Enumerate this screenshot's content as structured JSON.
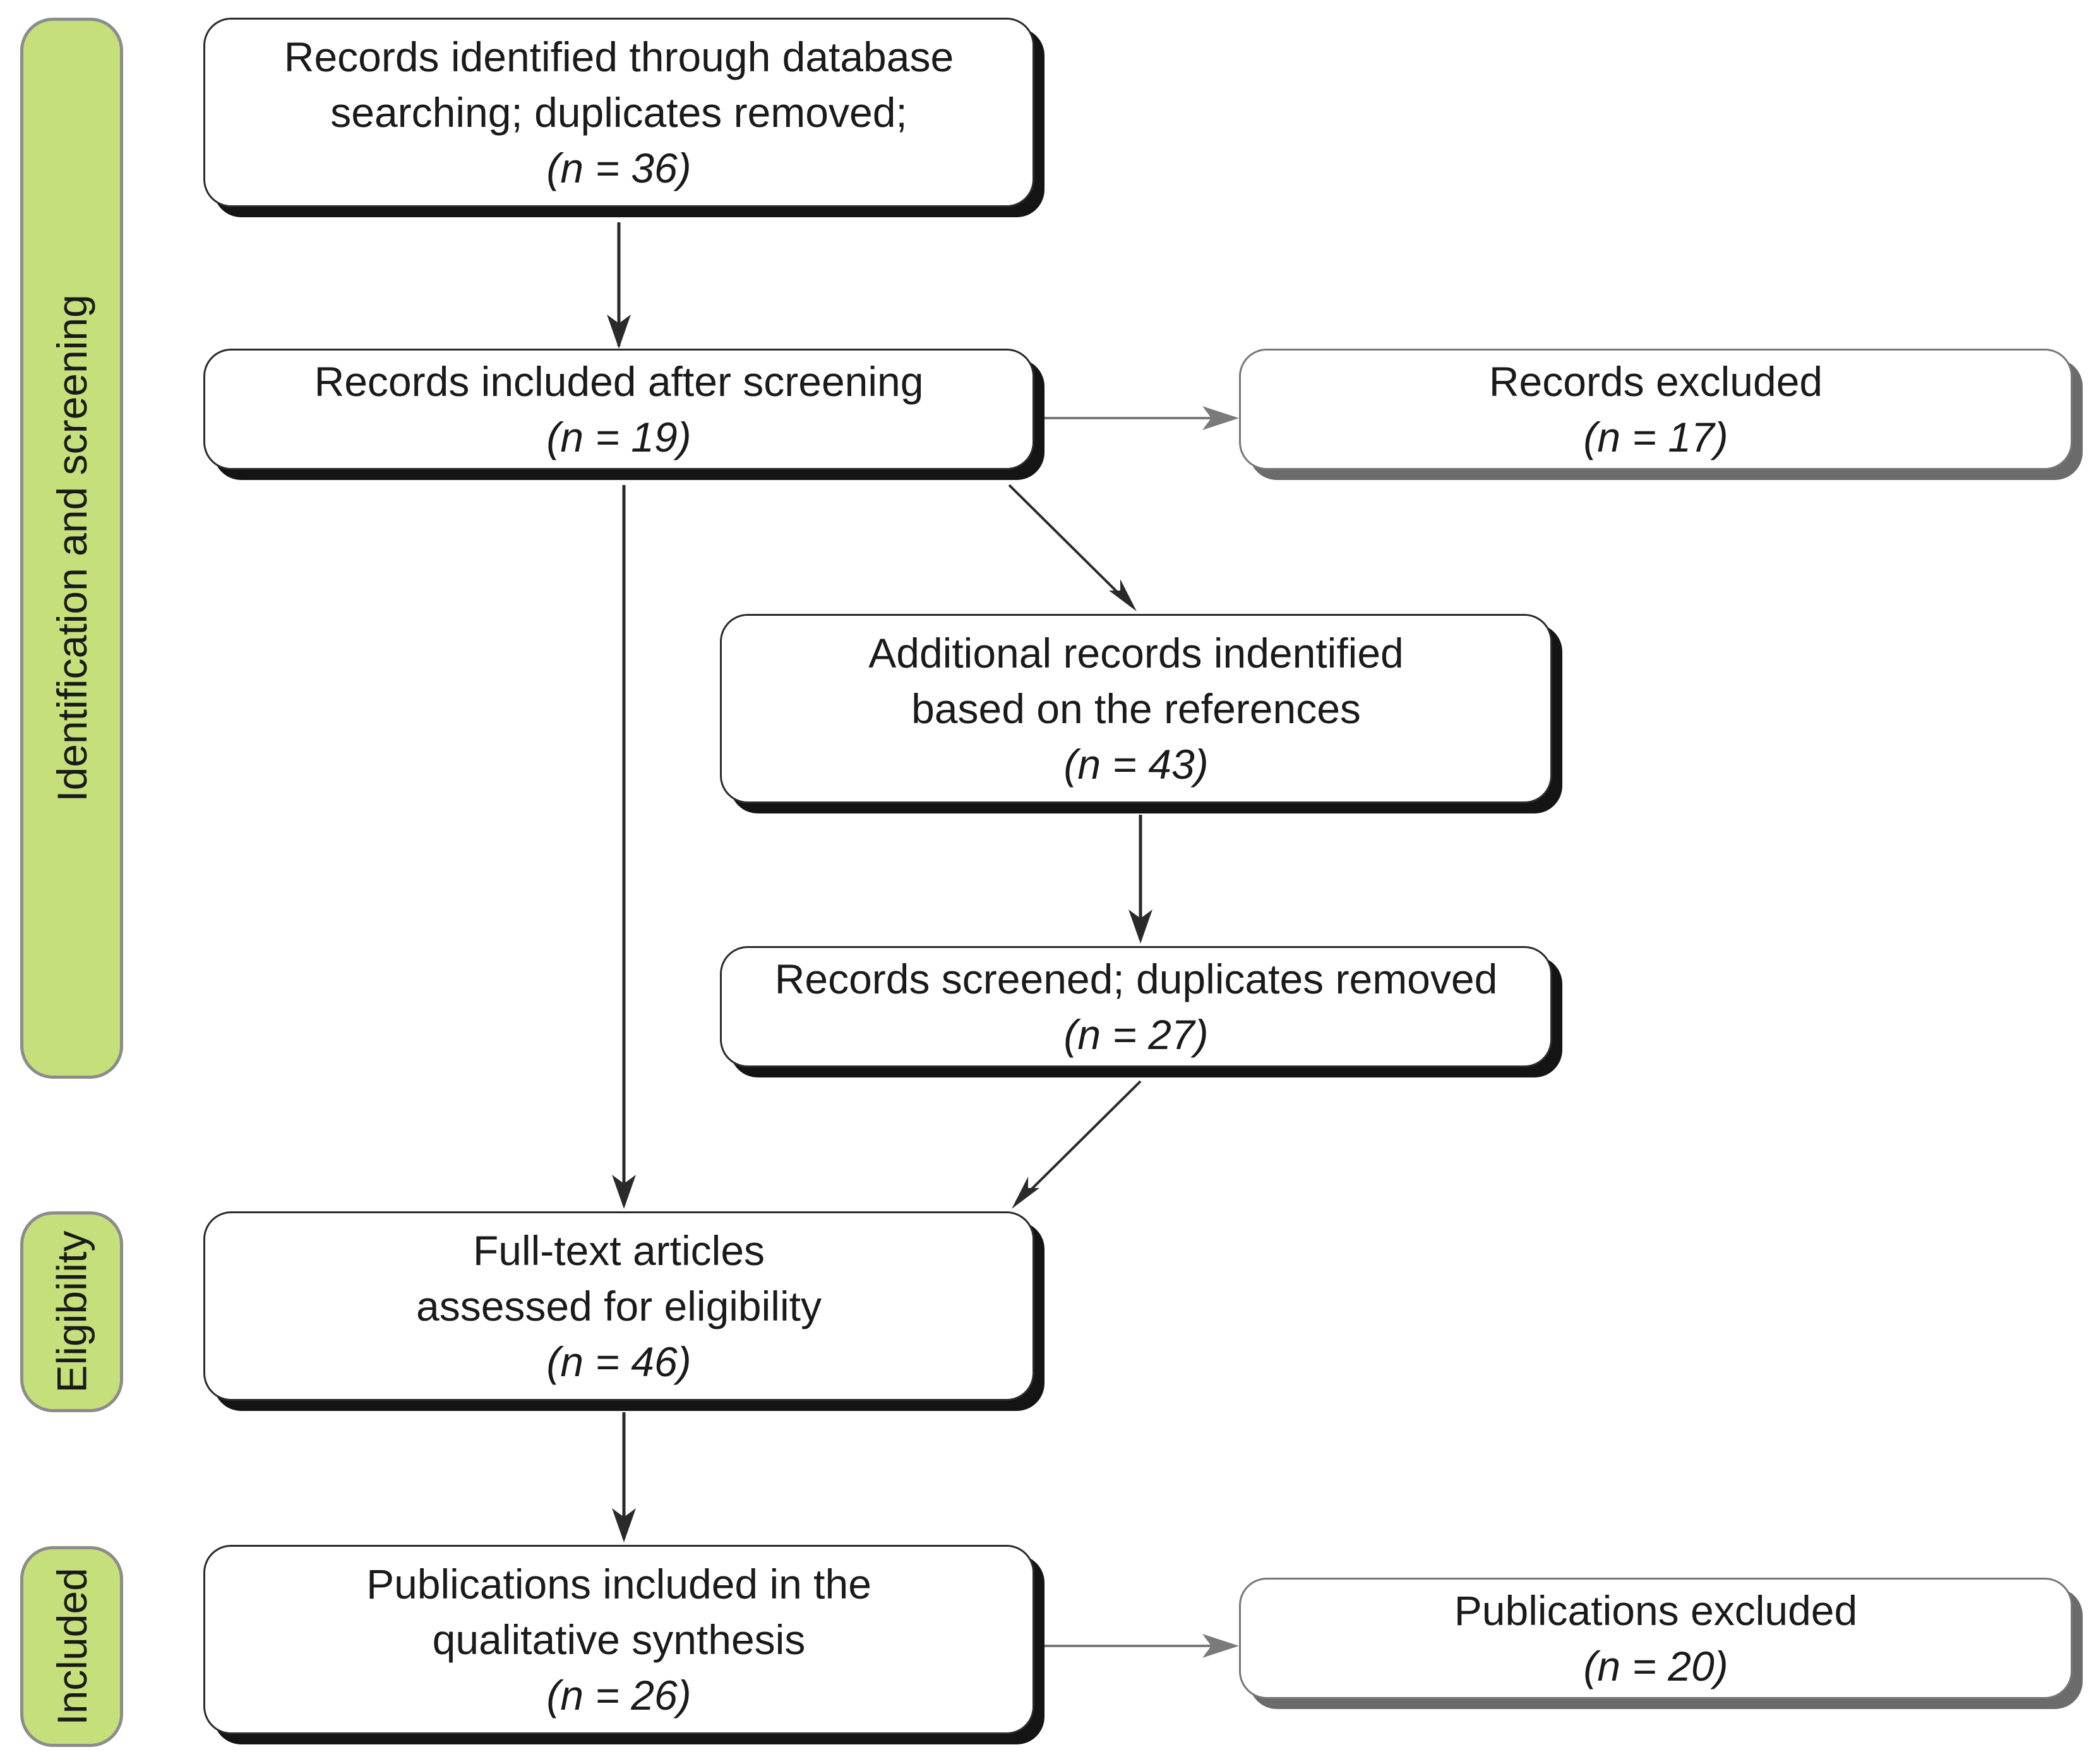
{
  "phases": {
    "identification": "Identification and screening",
    "eligibility": "Eligibility",
    "included": "Included"
  },
  "boxes": {
    "database_search": {
      "lines": [
        "Records identified through database",
        "searching; duplicates removed;"
      ],
      "count": "(n = 36)"
    },
    "included_after_screening": {
      "lines": [
        "Records included after screening"
      ],
      "count": "(n = 19)"
    },
    "records_excluded": {
      "lines": [
        "Records excluded"
      ],
      "count": "(n = 17)"
    },
    "additional_records": {
      "lines": [
        "Additional records indentified",
        "based on the references"
      ],
      "count": "(n = 43)"
    },
    "records_screened": {
      "lines": [
        "Records screened; duplicates removed"
      ],
      "count": "(n = 27)"
    },
    "full_text": {
      "lines": [
        "Full-text articles",
        "assessed for eligibility"
      ],
      "count": "(n = 46)"
    },
    "publications_included": {
      "lines": [
        "Publications included in the",
        "qualitative synthesis"
      ],
      "count": "(n = 26)"
    },
    "publications_excluded": {
      "lines": [
        "Publications excluded"
      ],
      "count": "(n = 20)"
    }
  },
  "colors": {
    "phase_fill": "#c5df7a",
    "phase_border": "#8c8c8c",
    "box_shadow": "#141414",
    "side_box_shadow": "#6b6b6b",
    "arrow": "#2a2a2a",
    "side_arrow": "#7a7a7a"
  }
}
